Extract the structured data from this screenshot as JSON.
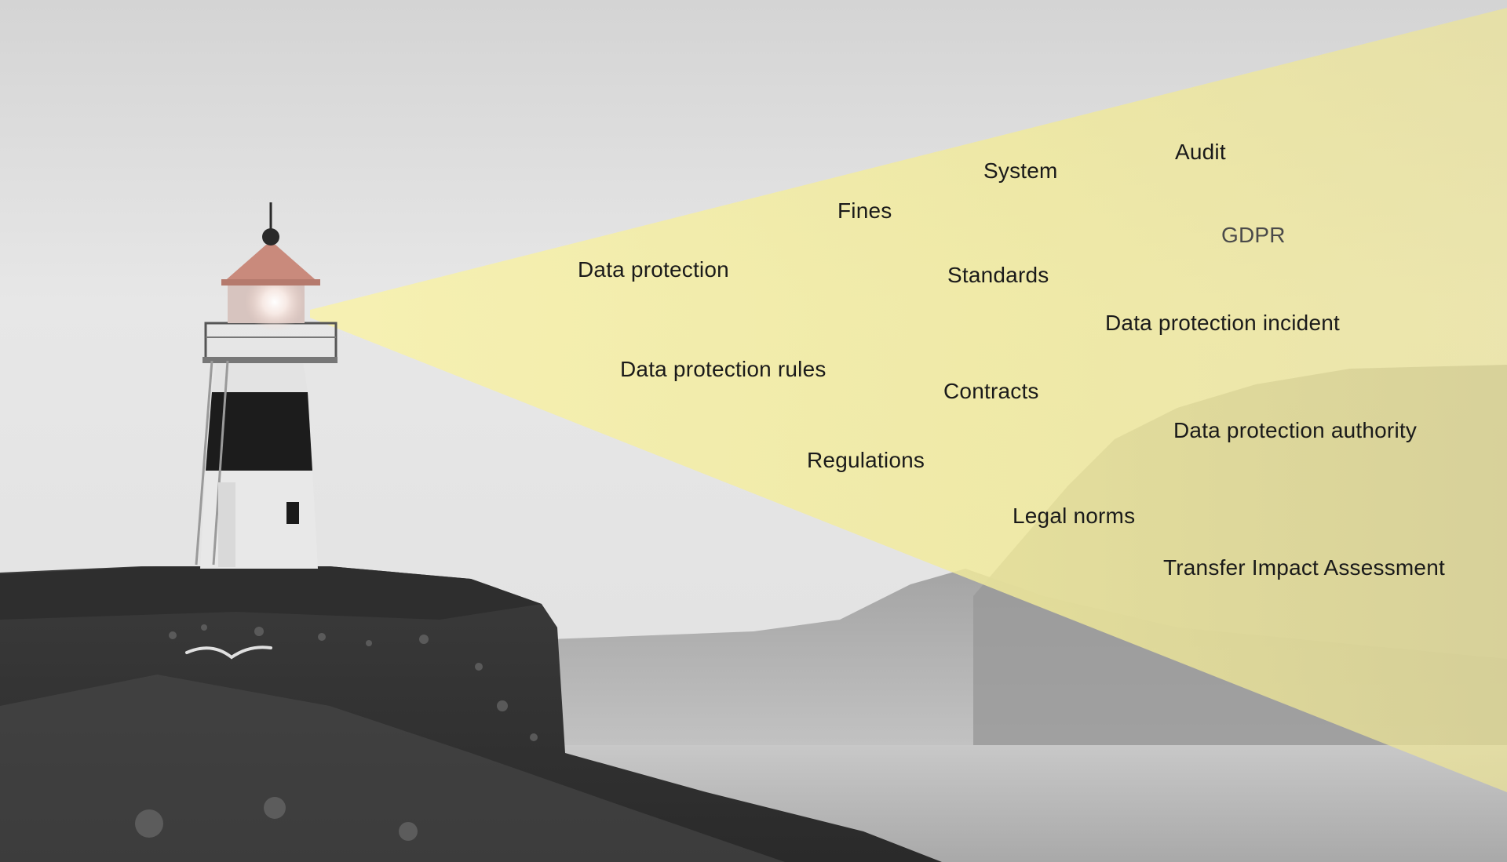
{
  "keywords": {
    "audit": "Audit",
    "system": "System",
    "fines": "Fines",
    "gdpr": "GDPR",
    "data_protection": "Data protection",
    "standards": "Standards",
    "data_protection_incident": "Data protection incident",
    "data_protection_rules": "Data protection rules",
    "contracts": "Contracts",
    "data_protection_authority": "Data protection authority",
    "regulations": "Regulations",
    "legal_norms": "Legal norms",
    "transfer_impact_assessment": "Transfer Impact Assessment"
  },
  "colors": {
    "beam": "#f3ec9c",
    "lighthouse_roof": "#c98a7c",
    "lighthouse_band": "#1c1c1c",
    "lighthouse_body": "#e9e9e9",
    "sky": "#e6e6e6",
    "cliff": "#3a3a3a",
    "sea": "#bdbdbd"
  }
}
